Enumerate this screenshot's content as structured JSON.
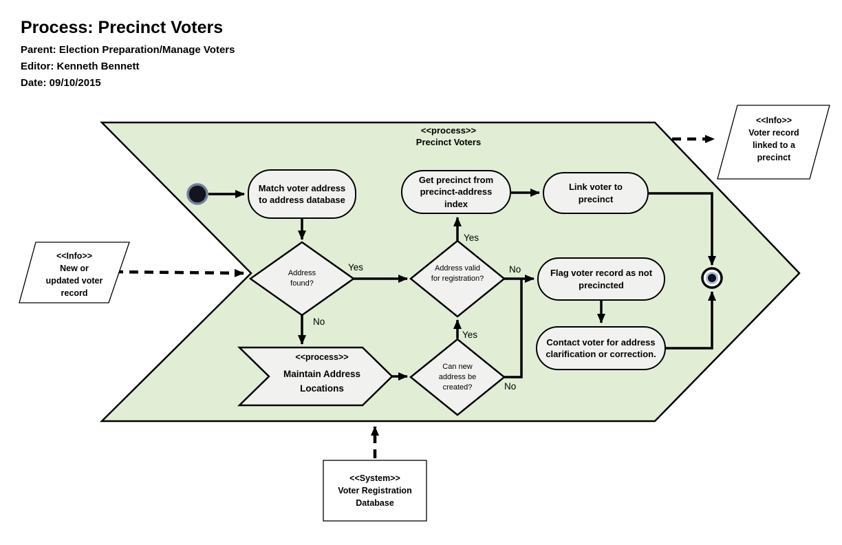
{
  "header": {
    "title": "Process: Precinct Voters",
    "parent": "Parent: Election Preparation/Manage Voters",
    "editor": "Editor: Kenneth Bennett",
    "date": "Date: 09/10/2015"
  },
  "diagram": {
    "process_label": {
      "stereotype": "<<process>>",
      "name": "Precinct Voters"
    },
    "nodes": {
      "match_voter": "Match voter address to address database",
      "get_precinct": "Get precinct from precinct-address index",
      "link_voter": "Link voter to precinct",
      "flag_voter": "Flag voter record as not precincted",
      "contact_voter": "Contact voter for address clarification or correction.",
      "maintain": {
        "stereotype": "<<process>>",
        "name": "Maintain Address Locations"
      }
    },
    "decisions": {
      "address_found": "Address found?",
      "address_valid": "Address valid for registration?",
      "can_new_address": "Can new address be created?"
    },
    "edge_labels": {
      "address_found_yes": "Yes",
      "address_found_no": "No",
      "address_valid_yes": "Yes",
      "address_valid_no": "No",
      "can_new_yes": "Yes",
      "can_new_no": "No"
    },
    "externals": {
      "info_left": {
        "stereotype": "<<Info>>",
        "text": "New or updated voter record"
      },
      "info_right": {
        "stereotype": "<<Info>>",
        "text": "Voter record linked to a precinct"
      },
      "system": {
        "stereotype": "<<System>>",
        "text": "Voter Registration Database"
      }
    },
    "colors": {
      "process_fill": "#e1edd5",
      "node_fill": "#f1f1ef",
      "stroke": "#000000",
      "start_node_ring": "#70809a",
      "end_node_inner_ring": "#a9c0d4",
      "end_node_core": "#10101e"
    }
  }
}
